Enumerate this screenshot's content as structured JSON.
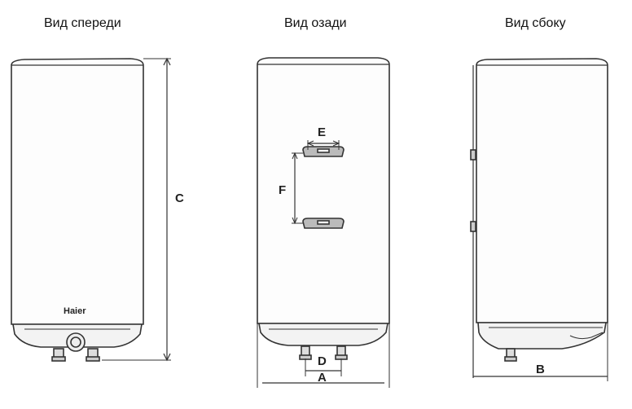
{
  "views": {
    "front": {
      "title": "Вид спереди",
      "brand": "Haier"
    },
    "back": {
      "title": "Вид озади"
    },
    "side": {
      "title": "Вид сбоку"
    }
  },
  "dimensions": {
    "A": "A",
    "B": "B",
    "C": "C",
    "D": "D",
    "E": "E",
    "F": "F"
  }
}
